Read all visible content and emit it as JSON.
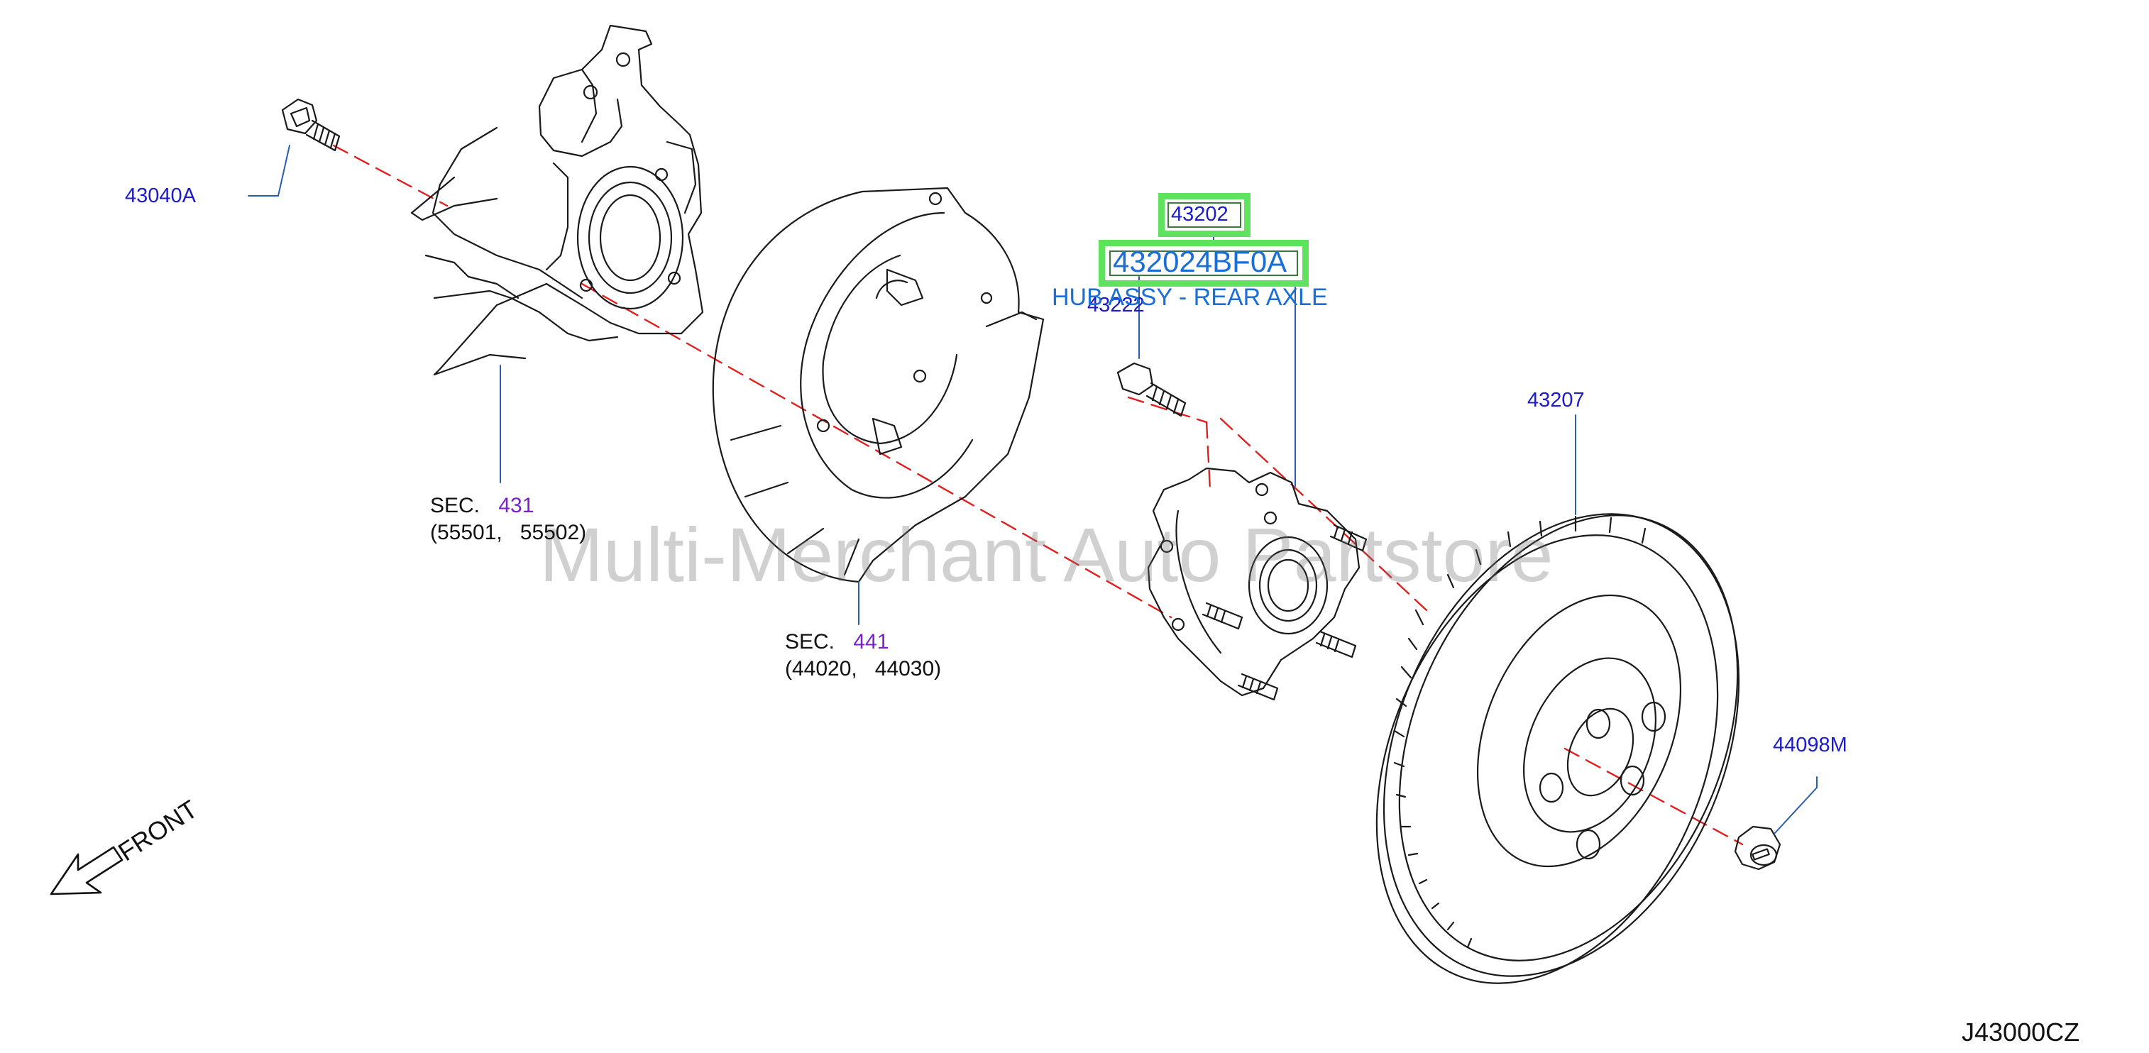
{
  "diagram": {
    "drawing_code": "J43000CZ",
    "watermark": "Multi-Merchant Auto Partstore",
    "front_label": "FRONT",
    "parts": [
      {
        "id": "43040A",
        "label": "43040A"
      },
      {
        "id": "43202",
        "label": "43202"
      },
      {
        "id": "43222",
        "label": "43222"
      },
      {
        "id": "43207",
        "label": "43207"
      },
      {
        "id": "44098M",
        "label": "44098M"
      }
    ],
    "selected_part": {
      "number": "432024BF0A",
      "description": "HUB ASSY - REAR AXLE"
    },
    "sections": [
      {
        "prefix": "SEC.",
        "number": "431",
        "refs": "(55501,   55502)"
      },
      {
        "prefix": "SEC.",
        "number": "441",
        "refs": "(44020,   44030)"
      }
    ],
    "colors": {
      "part_number": "#1c1cc8",
      "section_number": "#7a1fd0",
      "highlight": "#5fe35f",
      "selected_text": "#1a6ed8",
      "leader_line": "#2a5db0",
      "center_line": "#e02020"
    }
  }
}
